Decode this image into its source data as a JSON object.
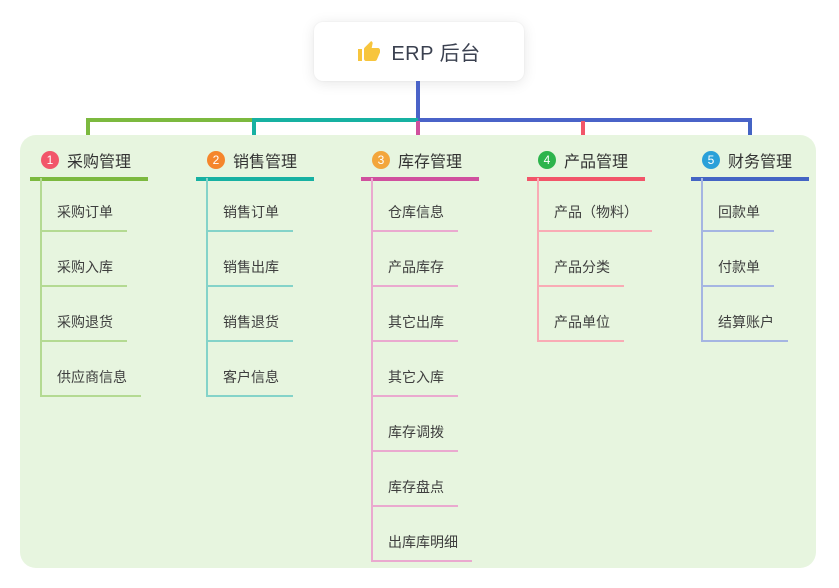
{
  "canvas": {
    "page_bg": "#ffffff",
    "panel_bg": "#e7f5df",
    "stem_color": "#4a63c8"
  },
  "root": {
    "title": "ERP 后台",
    "icon": "thumbs-up",
    "icon_color": "#f7c53d"
  },
  "branches": [
    {
      "badge": "1",
      "title": "采购管理",
      "colors": {
        "badge": "#f2566a",
        "line": "#7cb93f",
        "child_line": "#b4da92"
      },
      "children": [
        "采购订单",
        "采购入库",
        "采购退货",
        "供应商信息"
      ]
    },
    {
      "badge": "2",
      "title": "销售管理",
      "colors": {
        "badge": "#f5862c",
        "line": "#17b1a2",
        "child_line": "#84d3c9"
      },
      "children": [
        "销售订单",
        "销售出库",
        "销售退货",
        "客户信息"
      ]
    },
    {
      "badge": "3",
      "title": "库存管理",
      "colors": {
        "badge": "#f3a63c",
        "line": "#d0509e",
        "child_line": "#eaa9cf"
      },
      "children": [
        "仓库信息",
        "产品库存",
        "其它出库",
        "其它入库",
        "库存调拨",
        "库存盘点",
        "出库库明细"
      ]
    },
    {
      "badge": "4",
      "title": "产品管理",
      "colors": {
        "badge": "#2db44c",
        "line": "#f25569",
        "child_line": "#f9abb5"
      },
      "children": [
        "产品（物料）",
        "产品分类",
        "产品单位"
      ]
    },
    {
      "badge": "5",
      "title": "财务管理",
      "colors": {
        "badge": "#2aa0d9",
        "line": "#4464c4",
        "child_line": "#a5b5e2"
      },
      "children": [
        "回款单",
        "付款单",
        "结算账户"
      ]
    }
  ]
}
